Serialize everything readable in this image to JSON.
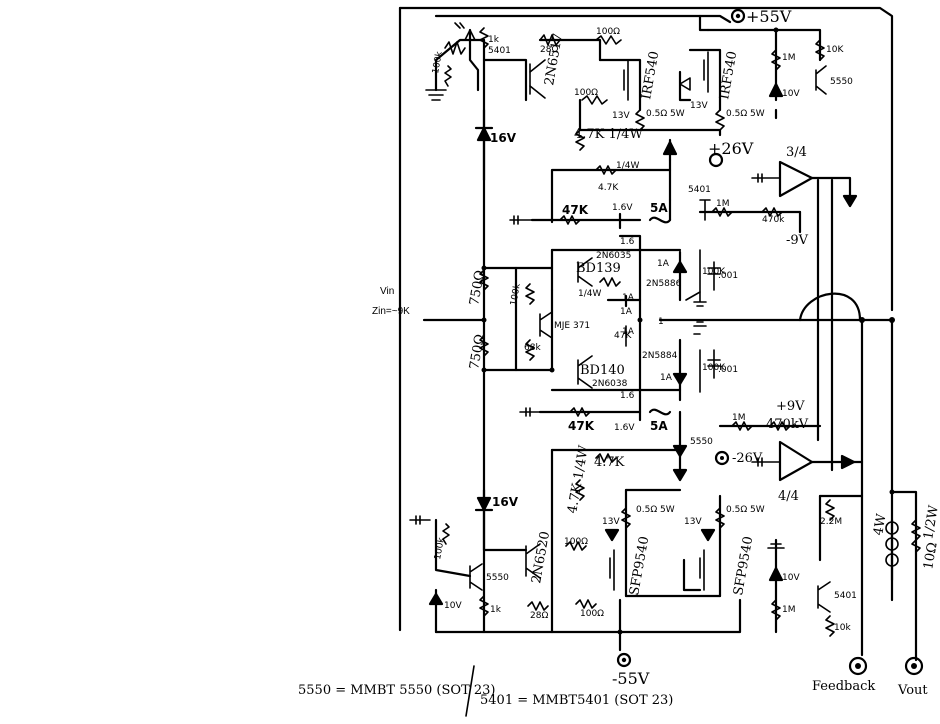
{
  "supplies": {
    "pos_rail": "+55V",
    "neg_rail": "-55V",
    "pos_aux": "+26V",
    "neg_aux": "-26V",
    "pos_bias": "+9V",
    "neg_bias": "-9V"
  },
  "input": {
    "vin": "Vin",
    "zin": "Zin=~9K"
  },
  "output": {
    "vout": "Vout",
    "feedback": "Feedback"
  },
  "transistors": {
    "q_top_pnp": "2N6517",
    "q_bot_npn": "2N6520",
    "mos_top_left": "IRF540",
    "mos_top_right": "IRF540",
    "mos_bot_left": "SFP9540",
    "mos_bot_right": "SFP9540",
    "q_pre_top": "BD139",
    "q_pre_bot": "BD140",
    "q_sense_top": "2N5886",
    "q_sense_bot": "2N5884",
    "q_vbe": "MJE 371",
    "q_drv_top": "2N6035",
    "q_drv_bot": "2N6038",
    "q_5401_tl": "5401",
    "q_5550_bl": "5550",
    "q_5401_mid": "5401",
    "q_5550_mid": "5550",
    "q_5550_tr": "5550",
    "q_5401_br": "5401"
  },
  "resistors": {
    "r_1k_top": "1k",
    "r_100k_tl": "100k",
    "r_28_top": "28Ω",
    "r_100_top1": "100Ω",
    "r_100_top2": "100Ω",
    "r_05_top1": "0.5Ω 5W",
    "r_05_top2": "0.5Ω 5W",
    "r_47k_top": "4.7K 1/4W",
    "r_47k_top2": "4.7K",
    "r_47k_mid_top": "47K",
    "r_750_top": "750Ω",
    "r_750_bot": "750Ω",
    "r_68k": "68k",
    "r_100k_vbe": "100k",
    "r_1m_top": "1M",
    "r_470k_top": "470k",
    "r_100k_mid1": "100K",
    "r_100k_mid2": "100K",
    "r_1m_mid": "1M",
    "r_470k_mid": "470kV",
    "r_47k_mid_bot": "47K",
    "r_47k_bot": "4.7K 1/4W",
    "r_47k_bot2": "4.7K",
    "r_1k_bot": "1k",
    "r_100k_bl": "100k",
    "r_28_bot": "28Ω",
    "r_100_bot1": "100Ω",
    "r_100_bot2": "100Ω",
    "r_05_bot1": "0.5Ω 5W",
    "r_05_bot2": "0.5Ω 5W",
    "r_1m_tr": "1M",
    "r_10k_tr": "10K",
    "r_22m": "2.2M",
    "r_1m_br": "1M",
    "r_10k_br": "10k",
    "r_10_out": "10Ω",
    "r_1_2w": "1/2W",
    "r_4w": "4W",
    "r_1_4w_a": "1/4W",
    "r_1_4w_b": "1/4W"
  },
  "zeners": {
    "z16_top": "16V",
    "z16_bot": "16V",
    "z10_top": "10V",
    "z10_bot": "10V",
    "z13_1": "13V",
    "z13_2": "13V",
    "z13_3": "13V",
    "z13_4": "13V"
  },
  "misc": {
    "fuse_top": "5A",
    "fuse_bot": "5A",
    "v16_top": "1.6V",
    "v16_bot": "1.6V",
    "v16_c1": "1.6",
    "v16_c2": "1.6",
    "i1a_1": "1A",
    "i1a_2": "1A",
    "i1a_3": "1A",
    "i1a_4": "1A",
    "i1a_5": "1A",
    "cap_001_a": ".001",
    "cap_001_b": ".001",
    "opamp_top": "3/4",
    "opamp_bot": "4/4",
    "r_1_mid": "1"
  },
  "footnote": {
    "text1": "5550 = MMBT 5550 (SOT 23)",
    "text2": "5401 = MMBT5401 (SOT 23)"
  }
}
